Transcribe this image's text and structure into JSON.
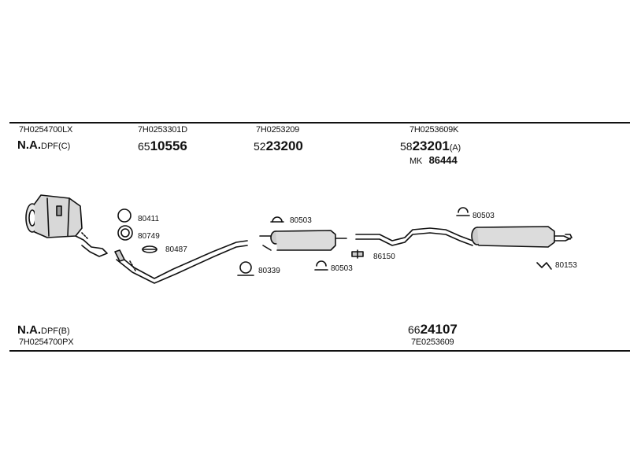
{
  "top_row": {
    "col1": {
      "code": "7H0254700LX",
      "na": "N.A.",
      "dpf": "DPF(C)"
    },
    "col2": {
      "code": "7H0253301D",
      "prefix": "65",
      "main": "10556"
    },
    "col3": {
      "code": "7H0253209",
      "prefix": "52",
      "main": "23200"
    },
    "col4": {
      "code": "7H0253609K",
      "prefix": "58",
      "main": "23201",
      "suffix": "(A)",
      "mk_label": "MK",
      "mk_value": "86444"
    }
  },
  "bottom_row": {
    "left": {
      "na": "N.A.",
      "dpf": "DPF(B)",
      "code": "7H0254700PX"
    },
    "right": {
      "prefix": "66",
      "main": "24107",
      "code": "7E0253609"
    }
  },
  "part_labels": {
    "p80411": "80411",
    "p80749": "80749",
    "p80487": "80487",
    "p80339": "80339",
    "p80503_a": "80503",
    "p80503_b": "80503",
    "p80503_c": "80503",
    "p86150": "86150",
    "p80153": "80153"
  }
}
